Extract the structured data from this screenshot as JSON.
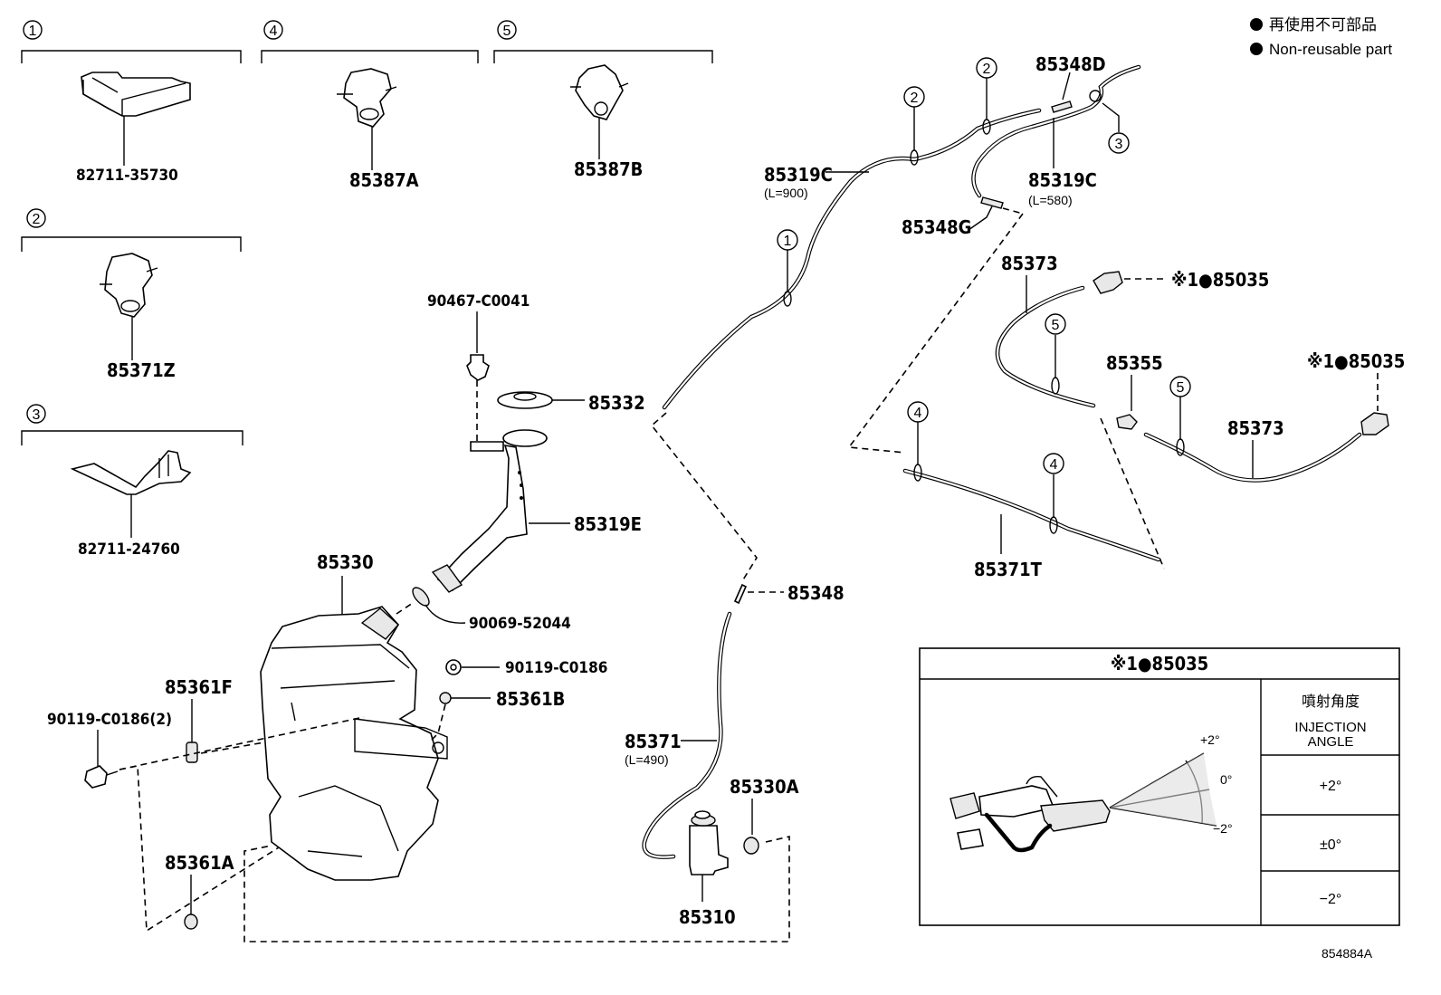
{
  "legend": {
    "jp": "再使用不可部品",
    "en": "Non-reusable part"
  },
  "clip_groups": [
    {
      "index": "1",
      "part": "82711-35730"
    },
    {
      "index": "4",
      "part": "85387A"
    },
    {
      "index": "5",
      "part": "85387B"
    },
    {
      "index": "2",
      "part": "85371Z"
    },
    {
      "index": "3",
      "part": "82711-24760"
    }
  ],
  "parts": {
    "p90467": "90467-C0041",
    "p85332": "85332",
    "p85319E": "85319E",
    "p85330": "85330",
    "p90069": "90069-52044",
    "p90119a": "90119-C0186",
    "p85361B": "85361B",
    "p85361F": "85361F",
    "p90119b": "90119-C0186(2)",
    "p85361A": "85361A",
    "p85348": "85348",
    "p85371": "85371",
    "p85371_len": "(L=490)",
    "p85330A": "85330A",
    "p85310": "85310",
    "p85319C_a": "85319C",
    "p85319C_a_len": "(L=900)",
    "p85319C_b": "85319C",
    "p85319C_b_len": "(L=580)",
    "p85348D": "85348D",
    "p85348G": "85348G",
    "p85373_a": "85373",
    "p85373_b": "85373",
    "p85035_a": "※1●85035",
    "p85035_b": "※1●85035",
    "p85355": "85355",
    "p85371T": "85371T"
  },
  "circle_labels": [
    "1",
    "2",
    "2",
    "3",
    "5",
    "5",
    "4",
    "4"
  ],
  "table": {
    "title": "※1●85035",
    "header_jp": "噴射角度",
    "header_en_1": "INJECTION",
    "header_en_2": "ANGLE",
    "rows": [
      "+2°",
      "±0°",
      "−2°"
    ],
    "angles": [
      "+2°",
      "0°",
      "−2°"
    ]
  },
  "diagram_code": "854884A"
}
